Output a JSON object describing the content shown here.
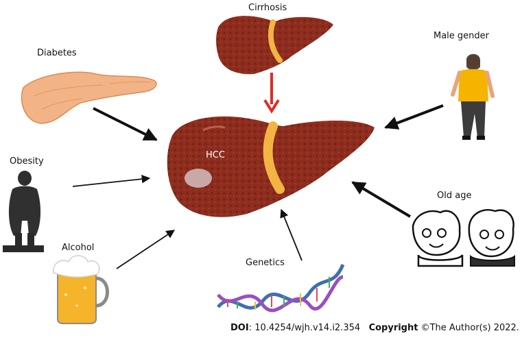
{
  "labels": {
    "cirrhosis": "Cirrhosis",
    "diabetes": "Diabetes",
    "male_gender": "Male gender",
    "obesity": "Obesity",
    "hcc": "HCC",
    "old_age": "Old age",
    "alcohol": "Alcohol",
    "genetics": "Genetics"
  },
  "footer": {
    "doi_label": "DOI",
    "doi_value": ": 10.4254/wjh.v14.i2.354",
    "copyright_label": "Copyright",
    "copyright_value": " ©The Author(s) 2022."
  },
  "colors": {
    "liver": "#8e2d1e",
    "liver_dark": "#6d1f13",
    "gallbladder_band": "#f2b443",
    "tumor": "#c9a9a8",
    "arrow": "#111111",
    "arrow_red": "#e32a22",
    "pancreas": "#f2b386",
    "shirt": "#f5b400",
    "pants": "#3c3c3c",
    "beer": "#f6b42a"
  }
}
